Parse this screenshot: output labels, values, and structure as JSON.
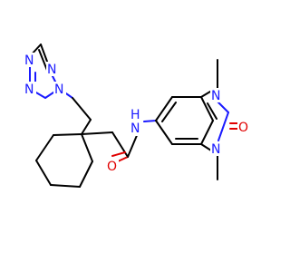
{
  "molecule": {
    "atom_labels": {
      "tz_n1": "N",
      "tz_n2": "N",
      "tz_n3": "N",
      "tz_n4": "N",
      "amide_n": "N",
      "amide_h": "H",
      "amide_o": "O",
      "bzim_n1": "N",
      "bzim_n3": "N",
      "bzim_o": "O"
    },
    "colors": {
      "carbon": "#000000",
      "nitrogen": "#1a1aff",
      "oxygen": "#e00000"
    }
  }
}
